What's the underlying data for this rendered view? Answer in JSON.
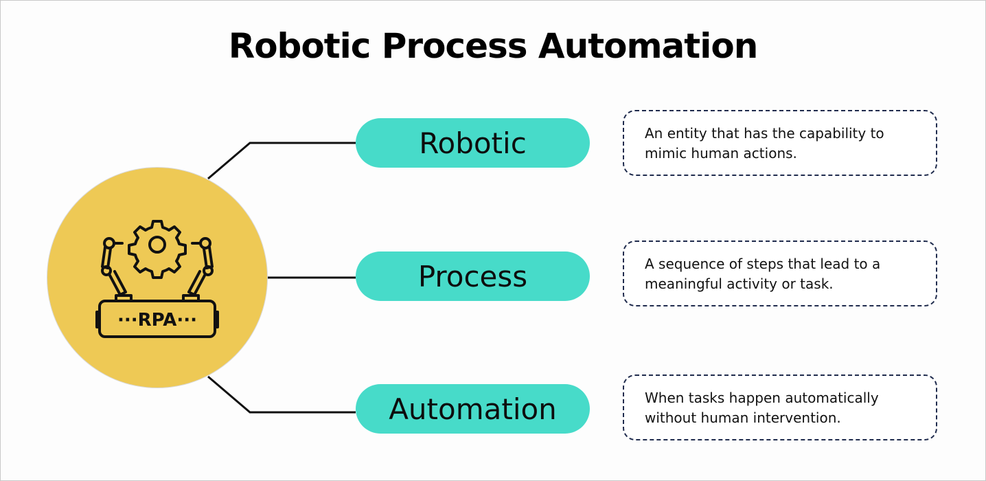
{
  "title": "Robotic Process Automation",
  "hub": {
    "label": "···RPA···",
    "icon": "rpa-robot-arms-gear-icon",
    "color": "#eec955"
  },
  "terms": [
    {
      "label": "Robotic",
      "description": "An entity that has the capability to mimic human actions."
    },
    {
      "label": "Process",
      "description": "A sequence of steps that lead to a meaningful activity or task."
    },
    {
      "label": "Automation",
      "description": "When tasks happen automatically without human intervention."
    }
  ],
  "colors": {
    "pill": "#47dbc9",
    "dashed_border": "#1f2b4d",
    "connector": "#111111"
  }
}
